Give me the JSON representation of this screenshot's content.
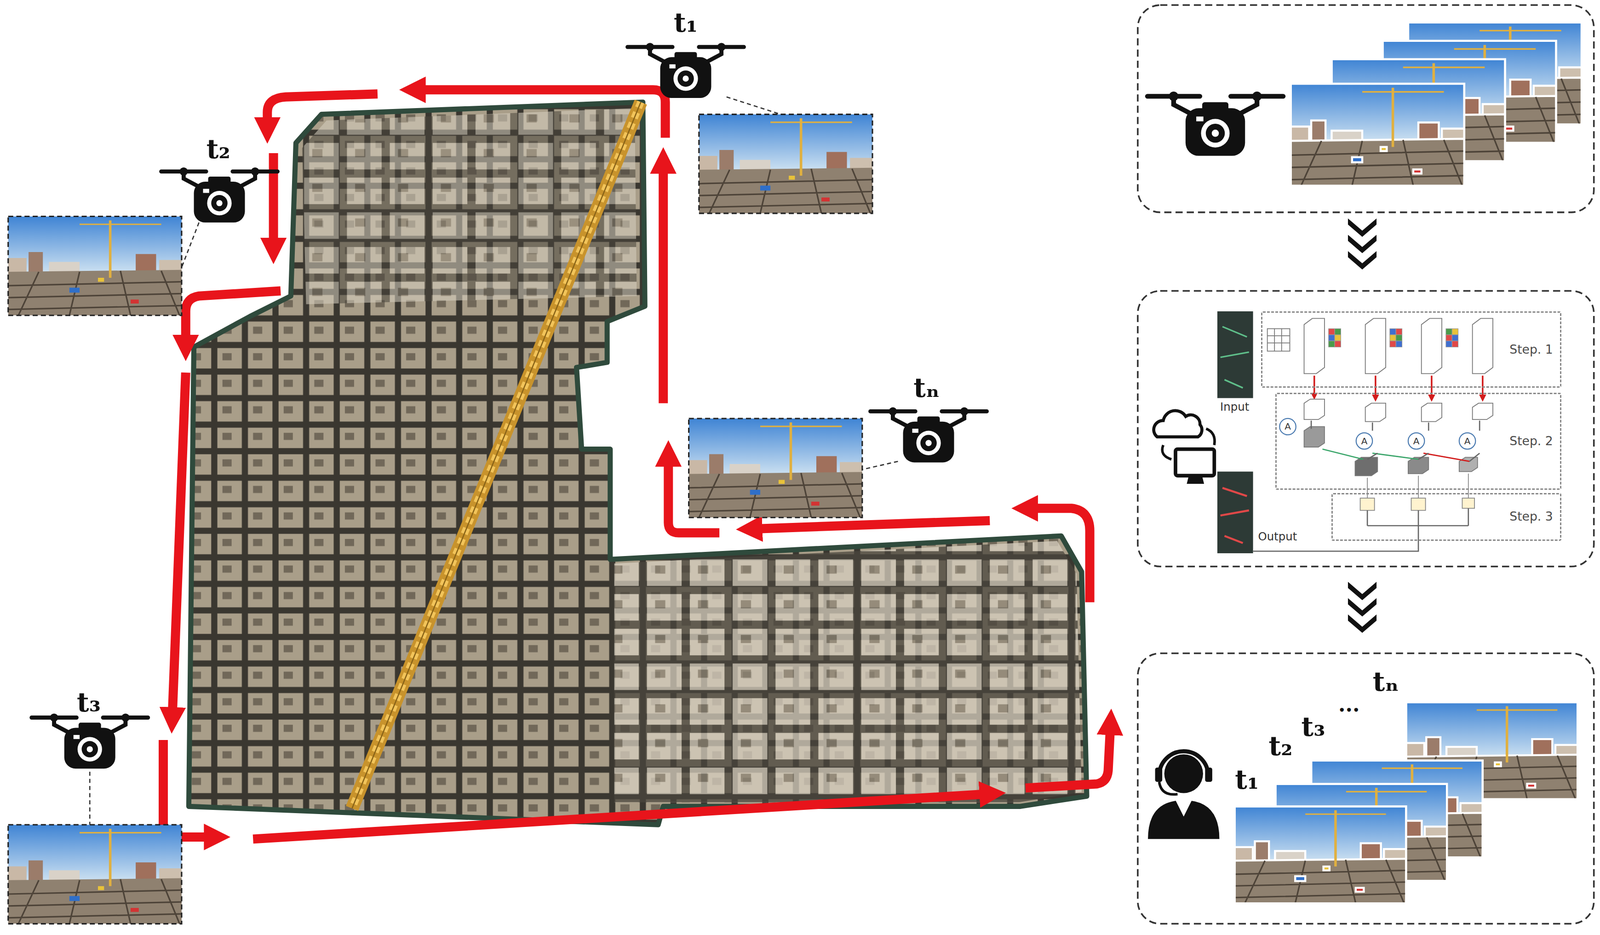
{
  "diagram": {
    "nodes": [
      {
        "text": [
          "Step. 1"
        ]
      },
      {
        "text": [
          "Step. 2"
        ]
      },
      {
        "text": [
          "Step. 3"
        ]
      }
    ],
    "labels": [
      "t₁",
      "t₂",
      "tₙ",
      "t₃",
      "Input",
      "Output",
      "A",
      "A",
      "A",
      "A",
      "t₁",
      "t₂",
      "t₃",
      "...",
      "tₙ"
    ]
  }
}
